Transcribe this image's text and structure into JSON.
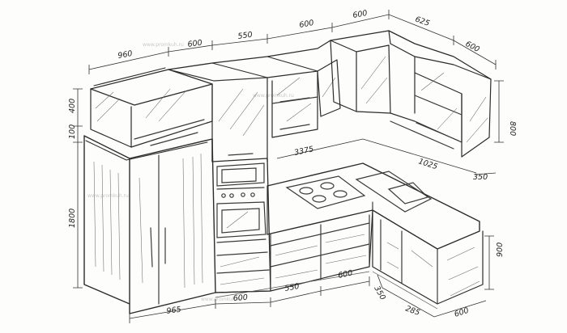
{
  "dimensions": {
    "top_run": [
      "960",
      "600",
      "550",
      "600",
      "600",
      "625",
      "600"
    ],
    "left_height": [
      "400",
      "100",
      "1800"
    ],
    "right_height": [
      "800"
    ],
    "counter_run": [
      "3375",
      "1025",
      "350"
    ],
    "bottom_run": [
      "965",
      "600",
      "550",
      "600",
      "350",
      "285",
      "600"
    ],
    "corner_height": [
      "900"
    ]
  },
  "watermark": "www.promkuh.ru"
}
